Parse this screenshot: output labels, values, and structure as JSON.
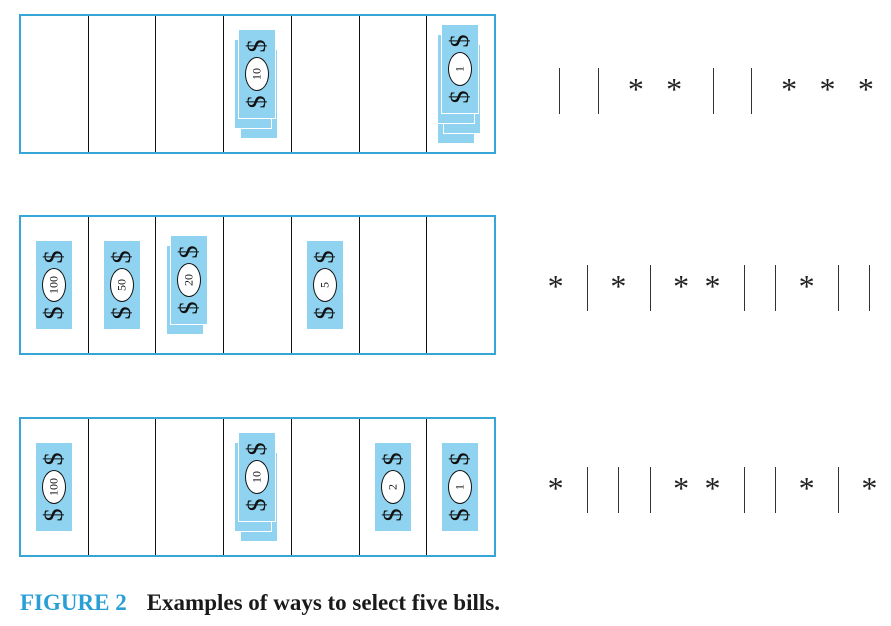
{
  "bill_symbol": "$",
  "colors": {
    "box_border": "#35a6d6",
    "bill_fill": "#8fd3f0",
    "caption_label": "#2a9fd6"
  },
  "bill_types": [
    "$100 bills",
    "$50 bills",
    "$20 bills",
    "$10 bills",
    "$5 bills",
    "$2 bills",
    "$1 bills"
  ],
  "rows": [
    {
      "counts": [
        0,
        0,
        0,
        3,
        0,
        0,
        4
      ],
      "front_values": [
        "",
        "",
        "",
        "10",
        "",
        "",
        "1"
      ],
      "stars_bars": "||**||***"
    },
    {
      "counts": [
        1,
        1,
        2,
        0,
        1,
        0,
        0
      ],
      "front_values": [
        "100",
        "50",
        "20",
        "",
        "5",
        "",
        ""
      ],
      "stars_bars": "*|*|**||*||"
    },
    {
      "counts": [
        1,
        0,
        0,
        3,
        0,
        1,
        1
      ],
      "front_values": [
        "100",
        "",
        "",
        "10",
        "",
        "2",
        "1"
      ],
      "stars_bars": "*|||**||*|*"
    }
  ],
  "caption": {
    "label": "FIGURE 2",
    "text": "Examples of ways to select five bills."
  }
}
